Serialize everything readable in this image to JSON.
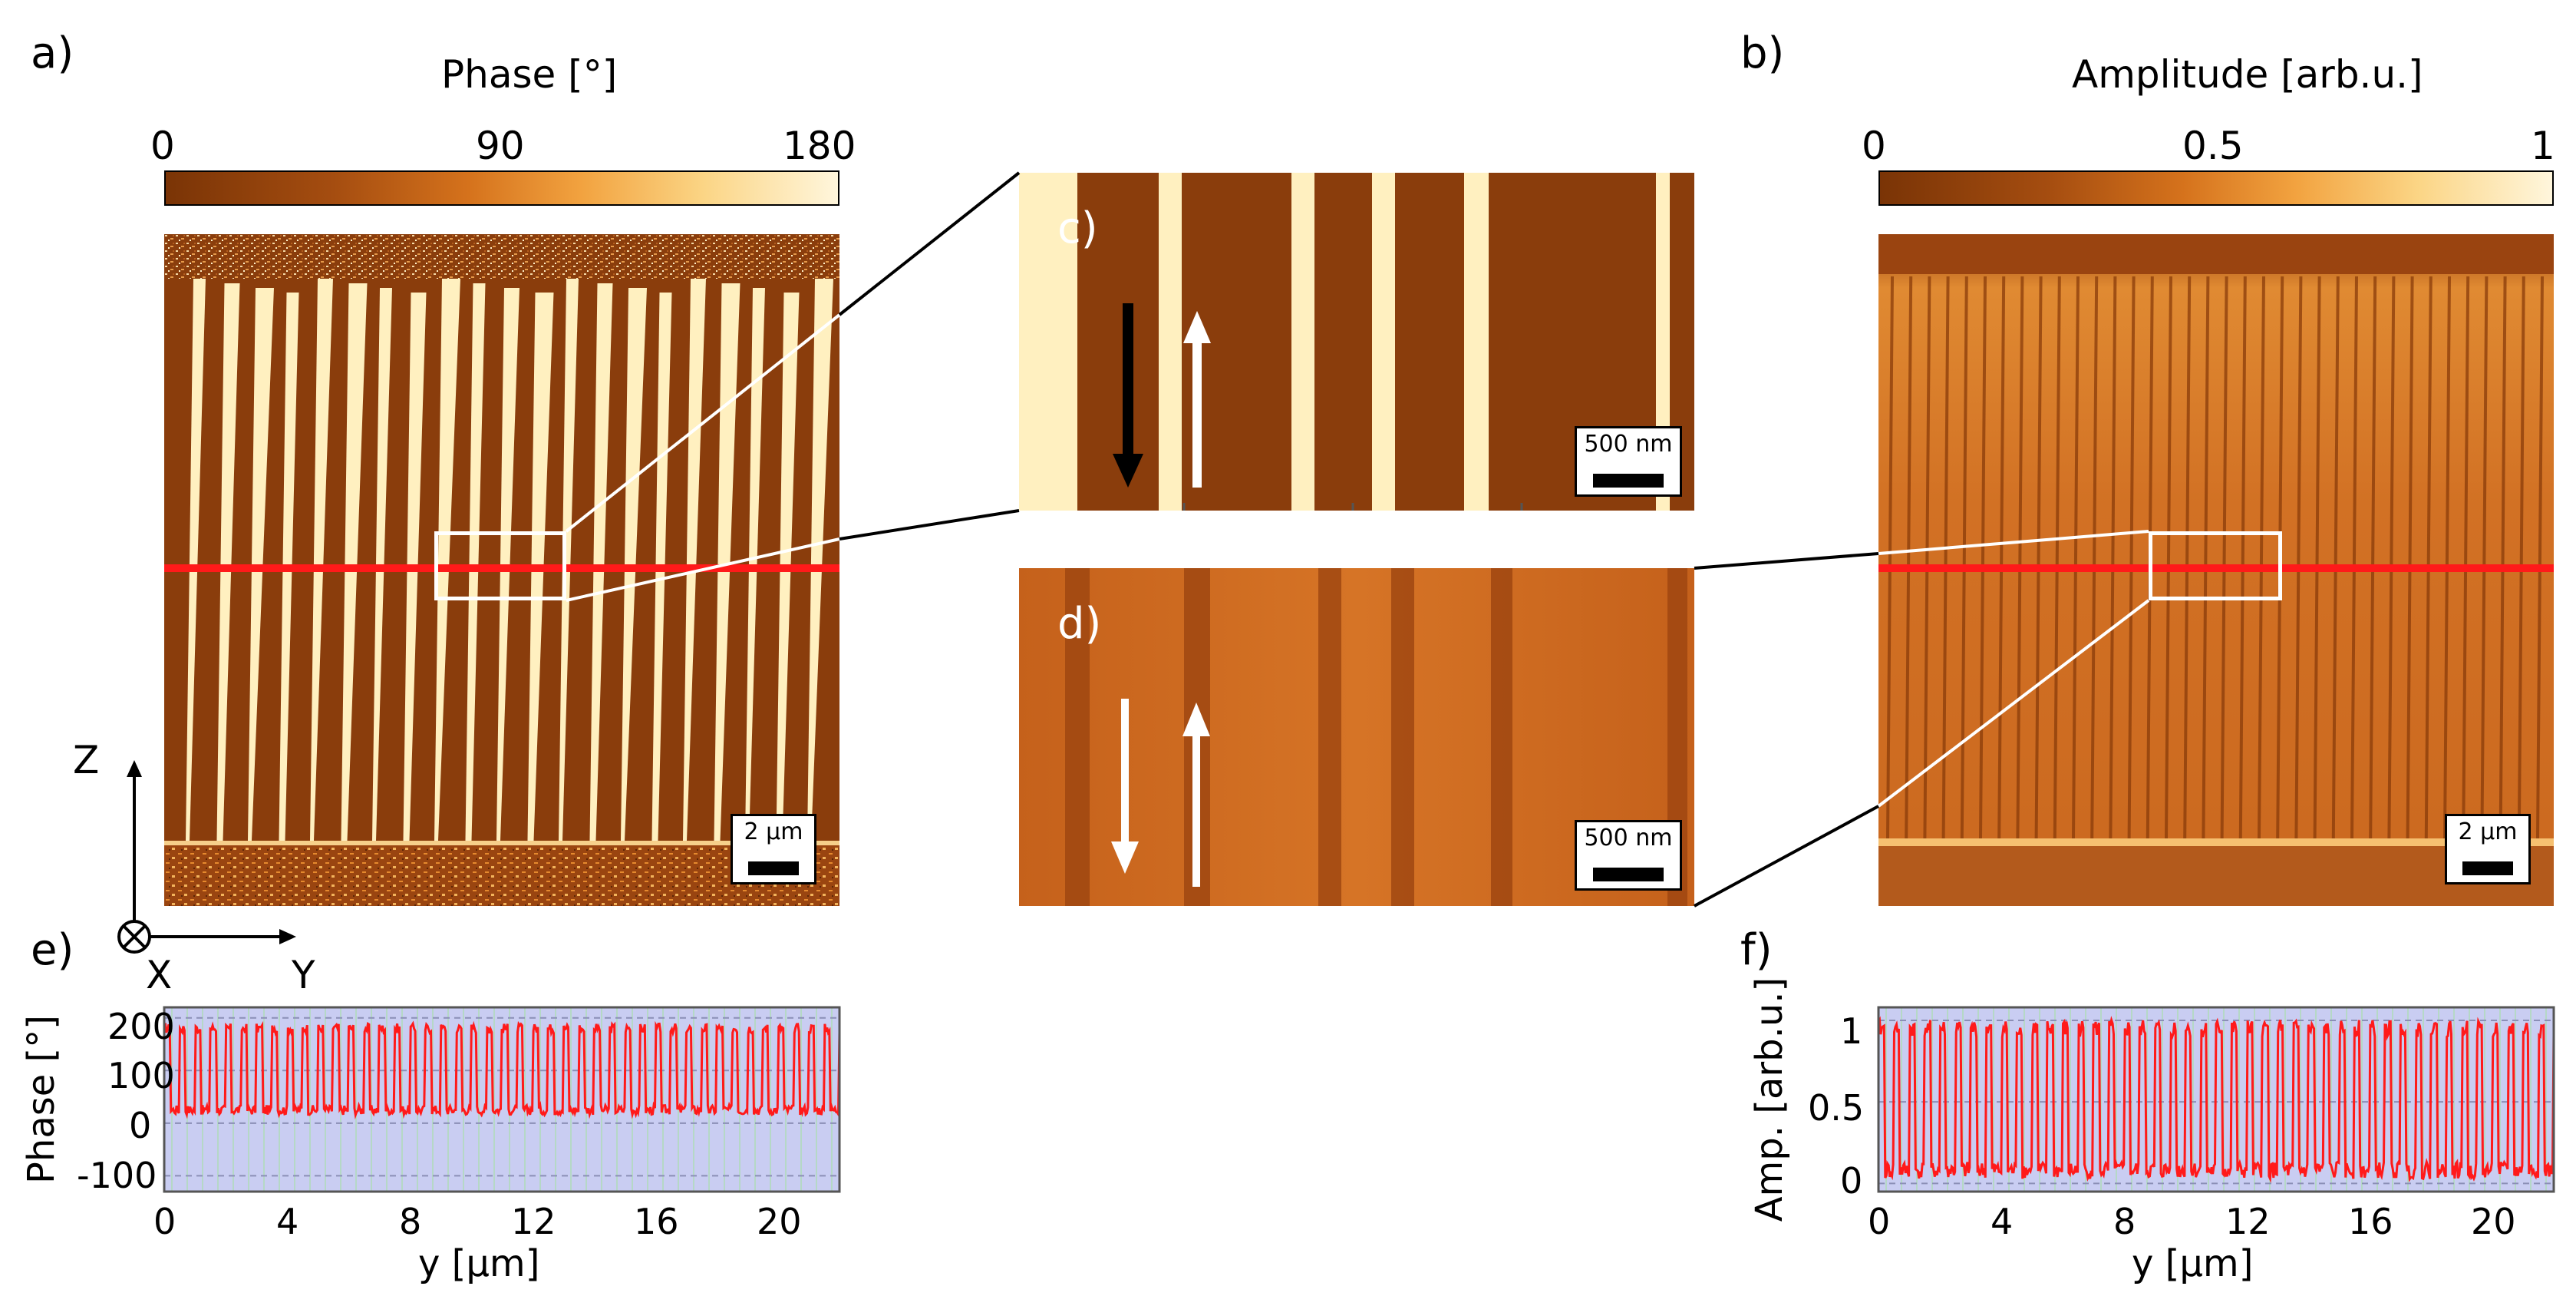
{
  "panels": {
    "a": {
      "letter": "a)",
      "colorbar_title": "Phase [°]",
      "colorbar_ticks": [
        "0",
        "90",
        "180"
      ],
      "scale_bar": "2 µm",
      "axis_z": "Z",
      "axis_x": "X",
      "axis_y": "Y"
    },
    "b": {
      "letter": "b)",
      "colorbar_title": "Amplitude [arb.u.]",
      "colorbar_ticks": [
        "0",
        "0.5",
        "1"
      ],
      "scale_bar": "2 µm"
    },
    "c": {
      "letter": "c)",
      "scale_bar": "500 nm"
    },
    "d": {
      "letter": "d)",
      "scale_bar": "500 nm"
    },
    "e": {
      "letter": "e)"
    },
    "f": {
      "letter": "f)"
    }
  },
  "colors": {
    "dark_domain": "#8a3d0c",
    "bright_domain": "#fff0c0",
    "profile_line": "#ff1a1a",
    "plot_background": "#c9cdf2"
  },
  "chart_data": [
    {
      "panel": "e",
      "type": "line",
      "xlabel": "y [µm]",
      "ylabel": "Phase [°]",
      "xlim": [
        0,
        22
      ],
      "ylim": [
        -130,
        220
      ],
      "xticks": [
        "0",
        "4",
        "8",
        "12",
        "16",
        "20"
      ],
      "yticks": [
        "-100",
        "0",
        "100",
        "200"
      ],
      "series": [
        {
          "low": 25,
          "high": 180
        }
      ]
    },
    {
      "panel": "f",
      "type": "line",
      "xlabel": "y [µm]",
      "ylabel": "Amp. [arb.u.]",
      "xlim": [
        0,
        22
      ],
      "ylim": [
        -0.05,
        1.08
      ],
      "xticks": [
        "0",
        "4",
        "8",
        "12",
        "16",
        "20"
      ],
      "yticks": [
        "0",
        "0.5",
        "1"
      ],
      "series": [
        {
          "low": 0.08,
          "high": 0.95
        }
      ]
    }
  ]
}
